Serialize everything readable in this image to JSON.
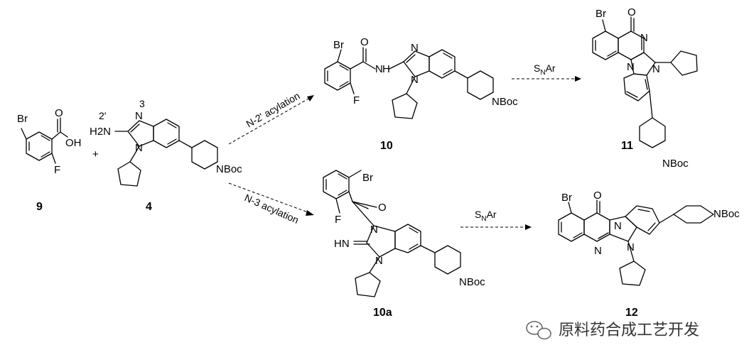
{
  "compounds": {
    "c9": {
      "label": "9",
      "atoms": {
        "br": "Br",
        "oh": "OH",
        "o": "O",
        "f": "F"
      }
    },
    "plus": "+",
    "c4": {
      "label": "4",
      "atoms": {
        "h2n": "H2N",
        "n1": "N",
        "n3": "N",
        "nboc": "NBoc"
      },
      "pos_labels": {
        "p2": "2'",
        "p3": "3"
      }
    },
    "c10": {
      "label": "10",
      "atoms": {
        "br": "Br",
        "o": "O",
        "f": "F",
        "nh": "N",
        "h": "H",
        "n3": "N",
        "n1": "N",
        "nboc": "NBoc"
      }
    },
    "c10a": {
      "label": "10a",
      "atoms": {
        "br": "Br",
        "f": "F",
        "o": "O",
        "hn": "HN",
        "n1": "N",
        "n2": "N",
        "nboc": "NBoc"
      }
    },
    "c11": {
      "label": "11",
      "atoms": {
        "br": "Br",
        "o": "O",
        "n": "N",
        "n1": "N",
        "n2": "N",
        "nboc": "NBoc"
      }
    },
    "c12": {
      "label": "12",
      "atoms": {
        "br": "Br",
        "o": "O",
        "n1": "N",
        "n2": "N",
        "n3": "N",
        "nboc": "NBoc"
      }
    }
  },
  "arrows": {
    "a1": "N-2' acylation",
    "a2": "N-3 acylation",
    "a3": {
      "main": "S",
      "sub": "N",
      "tail": "Ar"
    },
    "a4": {
      "main": "S",
      "sub": "N",
      "tail": "Ar"
    }
  },
  "watermark": {
    "icon": "wechat-icon",
    "text": "原料药合成工艺开发"
  }
}
